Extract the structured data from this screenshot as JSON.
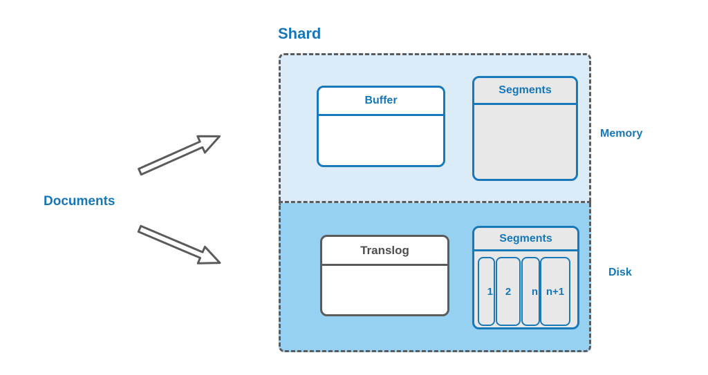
{
  "diagram": {
    "title": "Shard",
    "documents_label": "Documents",
    "memory": {
      "label": "Memory",
      "buffer_title": "Buffer",
      "segments_title": "Segments"
    },
    "disk": {
      "label": "Disk",
      "translog_title": "Translog",
      "segments_title": "Segments",
      "segment_items": [
        "1",
        "2",
        "n",
        "n+1"
      ]
    },
    "colors": {
      "accent_blue": "#1577B8",
      "memory_background": "#DBECF8",
      "disk_background": "#97D1F2",
      "segment_fill": "#E8E8E8",
      "outline_gray": "#5B5B5B"
    }
  }
}
